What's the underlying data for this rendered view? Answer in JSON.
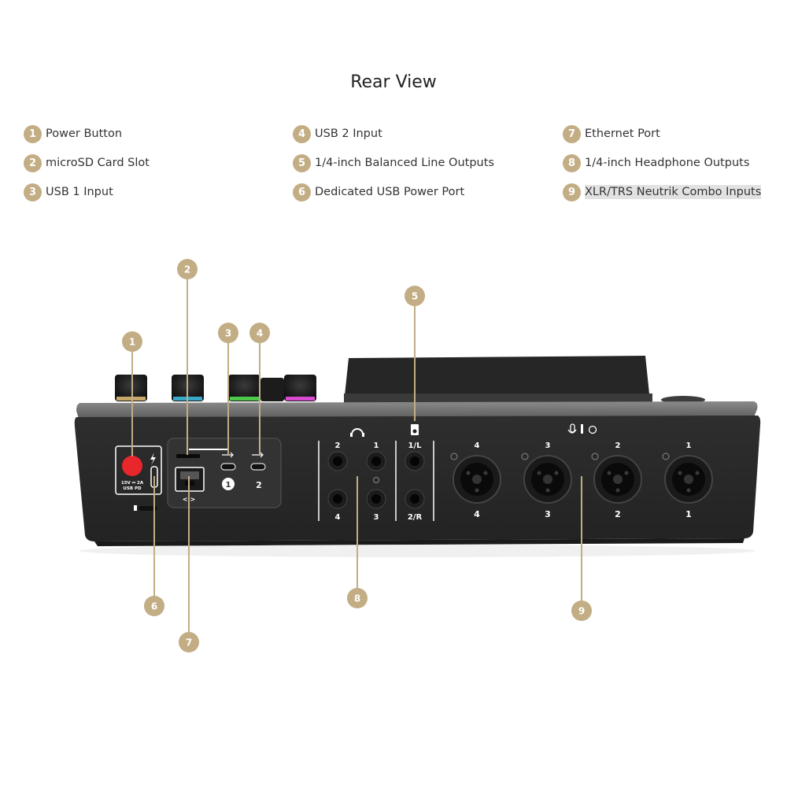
{
  "title": "Rear View",
  "legend": [
    {
      "num": "1",
      "label": "Power Button"
    },
    {
      "num": "2",
      "label": "microSD Card Slot"
    },
    {
      "num": "3",
      "label": "USB 1 Input"
    },
    {
      "num": "4",
      "label": "USB 2 Input"
    },
    {
      "num": "5",
      "label": "1/4-inch Balanced Line Outputs"
    },
    {
      "num": "6",
      "label": "Dedicated USB Power Port"
    },
    {
      "num": "7",
      "label": "Ethernet Port"
    },
    {
      "num": "8",
      "label": "1/4-inch Headphone Outputs"
    },
    {
      "num": "9",
      "label": "XLR/TRS Neutrik Combo Inputs",
      "highlighted": true
    }
  ],
  "panel": {
    "power_rating": "15V ⎓ 2A",
    "power_spec": "USB PD",
    "usb1_number": "1",
    "usb2_number": "2",
    "ethernet_symbol": "<·>",
    "headphone_labels": [
      "2",
      "1",
      "4",
      "3"
    ],
    "line_out_labels": [
      "1/L",
      "2/R"
    ],
    "combo_top_labels": [
      "4",
      "3",
      "2",
      "1"
    ],
    "combo_bottom_labels": [
      "4",
      "3",
      "2",
      "1"
    ]
  },
  "colors": {
    "accent": "#c2ad84",
    "power_button": "#e8262b",
    "device_body": "#2a2a2a"
  }
}
